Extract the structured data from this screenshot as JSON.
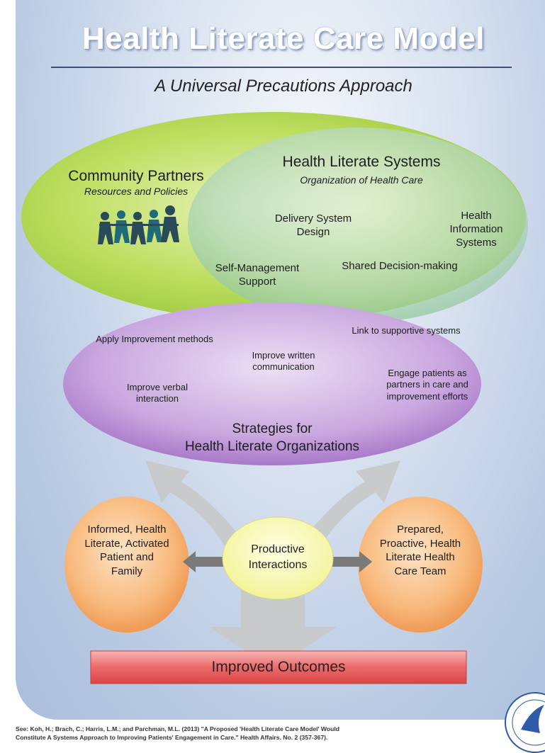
{
  "title": "Health Literate Care Model",
  "subtitle": "A Universal Precautions Approach",
  "community": {
    "title": "Community Partners",
    "subtitle": "Resources and Policies"
  },
  "systems": {
    "title": "Health Literate Systems",
    "subtitle": "Organization of Health Care",
    "items": {
      "delivery": "Delivery System Design",
      "info": "Health Information Systems",
      "self_mgmt": "Self-Management Support",
      "shared": "Shared Decision-making"
    }
  },
  "strategies": {
    "title_line1": "Strategies for",
    "title_line2": "Health Literate Organizations",
    "items": {
      "apply": "Apply Improvement methods",
      "written": "Improve written communication",
      "link": "Link to supportive systems",
      "verbal": "Improve verbal interaction",
      "engage": "Engage patients as partners in care and improvement efforts"
    }
  },
  "patient": "Informed, Health Literate, Activated Patient and Family",
  "productive": "Productive Interactions",
  "team": "Prepared, Proactive, Health Literate Health Care Team",
  "outcomes": "Improved Outcomes",
  "citation_line1": "See: Koh, H.; Brach, C.; Harris, L.M.; and Parchman, M.L. (2013) \"A Proposed 'Health Literate Care Model' Would",
  "citation_line2": "Constitute A Systems Approach to Improving Patients' Engagement in Care.\" Health Affairs. No. 2 (357-367).",
  "colors": {
    "green_ellipse": "#b5d957",
    "purple_ellipse": "#c8a6df",
    "orange_circle": "#f8b97c",
    "yellow_ellipse": "#fbfbb4",
    "red_bar": "#e95a5a"
  },
  "icons": {
    "people": "people-chain-icon",
    "seal": "hhs-seal-icon"
  }
}
